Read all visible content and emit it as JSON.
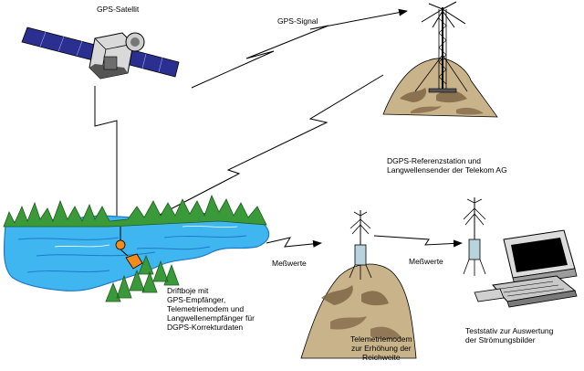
{
  "labels": {
    "satellite": "GPS-Satellit",
    "signal": "GPS-Signal",
    "reference": [
      "DGPS-Referenzstation und",
      "Langwellensender der Telekom AG"
    ],
    "measured_1": "Meßwerte",
    "measured_2": "Meßwerte",
    "buoy": [
      "Driftboje mit",
      "GPS-Empfänger,",
      "Telemetriemodem und",
      "Langwellenempfänger für",
      "DGPS-Korrekturdaten"
    ],
    "modem": [
      "Telemetriemodem",
      "zur  Erhöhung der",
      "Reichweite"
    ],
    "teststand": [
      "Teststativ zur Auswertung",
      "der Strömungsbilder"
    ]
  },
  "colors": {
    "water": "#3fb6f0",
    "water_dark": "#1f78c8",
    "forest": "#3a9a3a",
    "hill": "#c9b38a",
    "hill_dark": "#7a6040",
    "buoy": "#f28a1c",
    "device": "#b9d3dc"
  }
}
